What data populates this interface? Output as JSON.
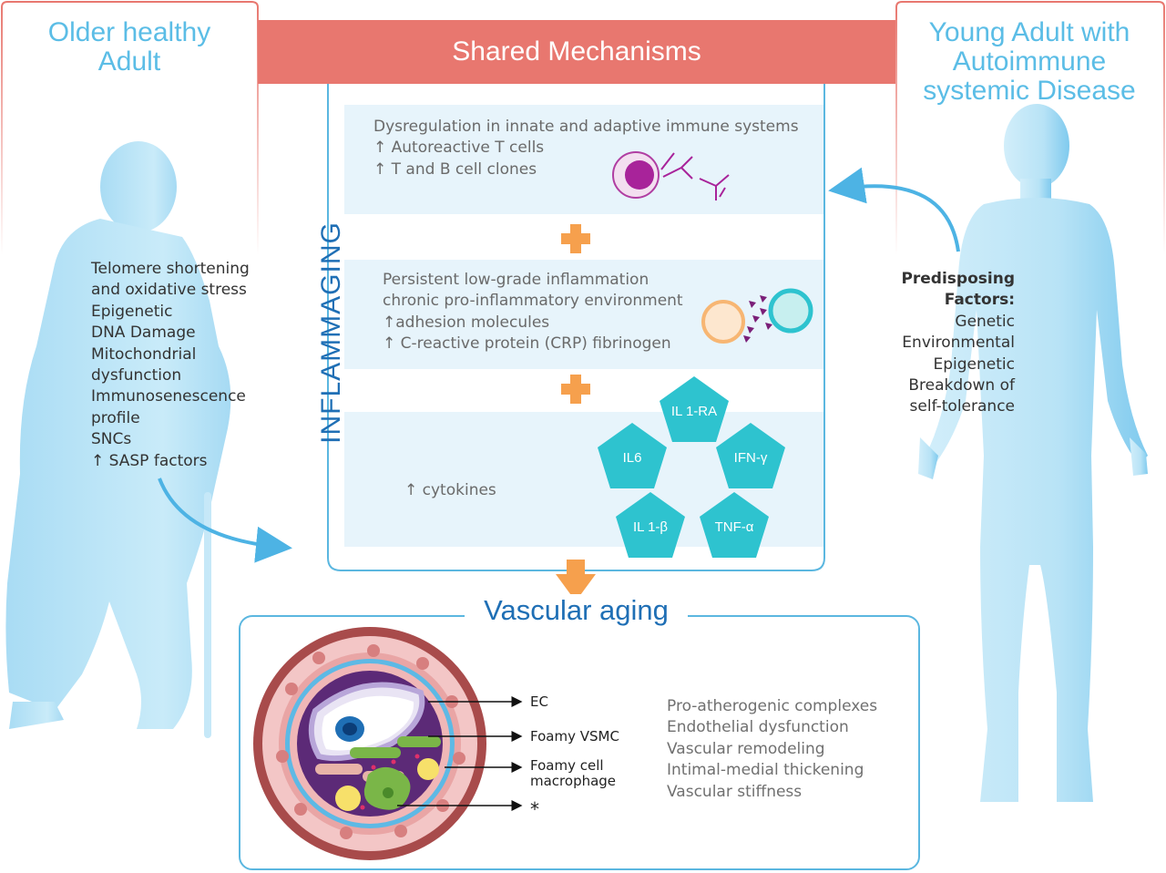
{
  "header": {
    "shared_title": "Shared Mechanisms"
  },
  "older": {
    "title_line1": "Older healthy",
    "title_line2": "Adult",
    "factors": [
      "Telomere shortening",
      "and oxidative stress",
      "Epigenetic",
      "DNA Damage",
      "Mitochondrial",
      "dysfunction",
      "Immunosenescence",
      "profile",
      "SNCs",
      "↑ SASP factors"
    ]
  },
  "young": {
    "title_line1": "Young Adult with",
    "title_line2": "Autoimmune",
    "title_line3": "systemic Disease",
    "predisposing_title_line1": "Predisposing",
    "predisposing_title_line2": "Factors:",
    "factors": [
      "Genetic",
      "Environmental",
      "Epigenetic",
      "Breakdown of",
      "self-tolerance"
    ]
  },
  "mechanisms": {
    "vertical_label": "INFLAMMAGING",
    "panel1": [
      "Dysregulation in innate and adaptive immune systems",
      "↑ Autoreactive T cells",
      "↑ T and B cell clones"
    ],
    "panel2": [
      "Persistent low-grade inflammation",
      "chronic pro-inflammatory environment",
      "↑adhesion molecules",
      "↑ C-reactive protein (CRP) fibrinogen"
    ],
    "panel3": "↑ cytokines",
    "cytokines": {
      "il1ra": "IL 1-RA",
      "il6": "IL6",
      "ifn": "IFN-γ",
      "il1b": "IL 1-β",
      "tnf": "TNF-α"
    }
  },
  "vascular": {
    "title": "Vascular aging",
    "labels": {
      "ec": "EC",
      "vsmc": "Foamy VSMC",
      "foamy_line1": "Foamy cell",
      "foamy_line2": "macrophage",
      "star": "*"
    },
    "outcomes": [
      "Pro-atherogenic complexes",
      "Endothelial dysfunction",
      "Vascular remodeling",
      "Intimal-medial thickening",
      "Vascular stiffness"
    ]
  },
  "colors": {
    "header_red": "#e8776f",
    "light_blue_title": "#5bbde6",
    "dark_blue": "#1f6fb5",
    "panel_bg": "#e7f4fb",
    "plus_orange": "#f6a04d",
    "pentagon_teal": "#2ec3cf",
    "silhouette_blue": "#bfe6f7"
  }
}
